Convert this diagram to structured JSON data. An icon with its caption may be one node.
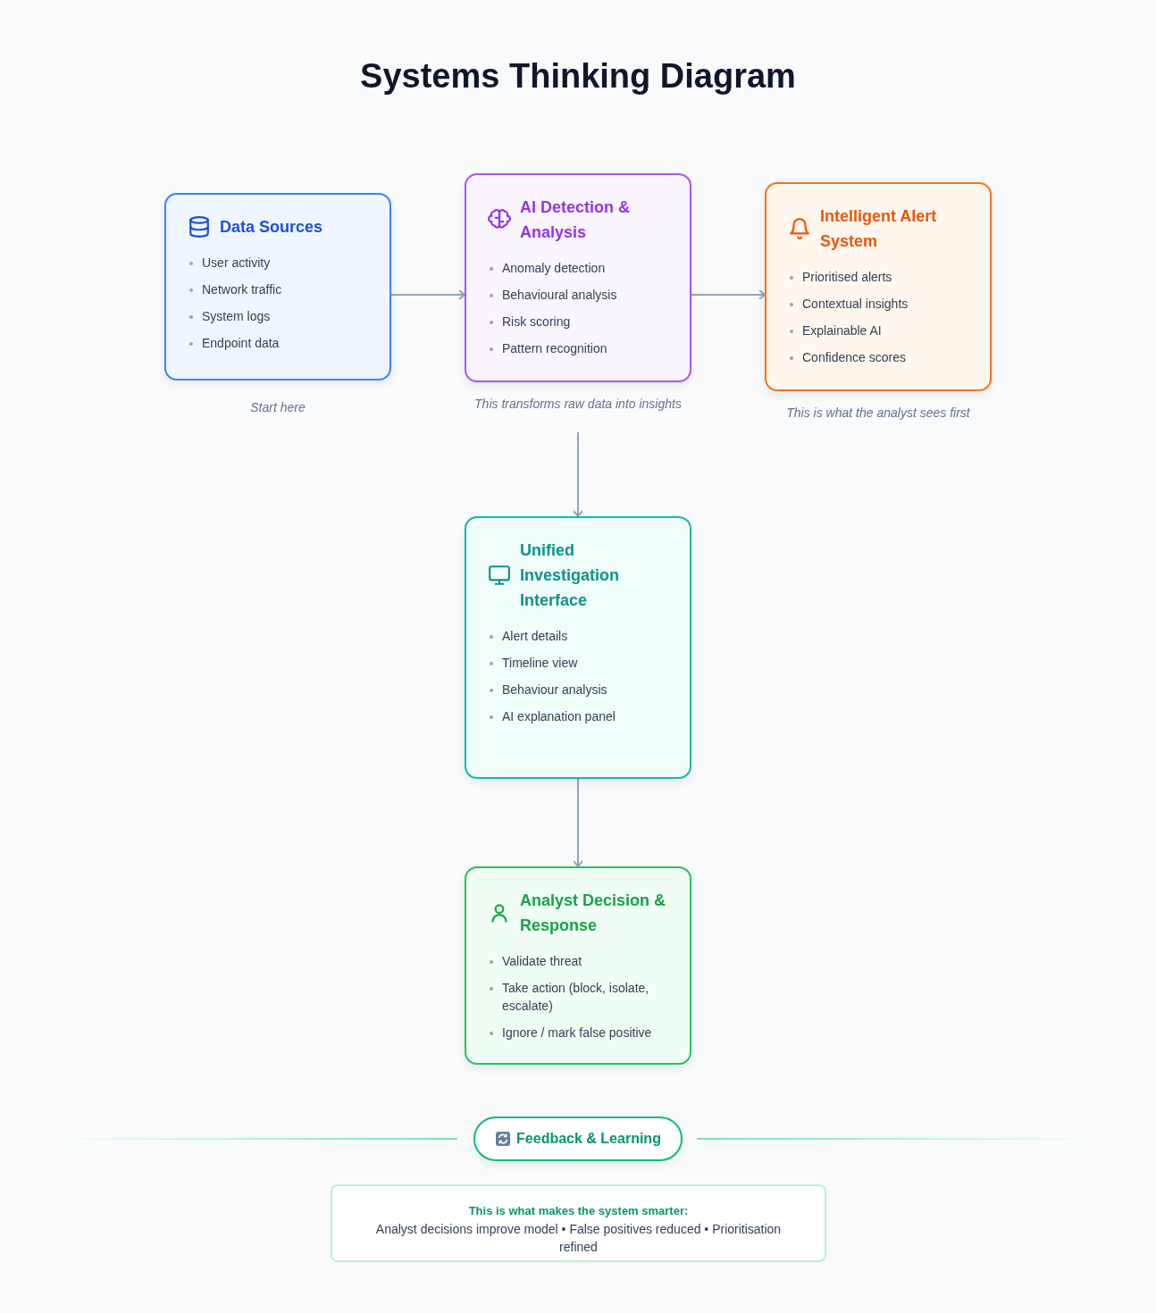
{
  "diagram": {
    "title": "Systems Thinking Diagram",
    "nodes": [
      {
        "text": [
          "Data Sources",
          "User activity",
          "Network traffic",
          "System logs",
          "Endpoint data"
        ],
        "beside": [
          "Start here"
        ]
      },
      {
        "text": [
          "AI Detection & Analysis",
          "Anomaly detection",
          "Behavioural analysis",
          "Risk scoring",
          "Pattern recognition"
        ],
        "beside": [
          "This transforms raw data into insights"
        ]
      },
      {
        "text": [
          "Intelligent Alert System",
          "Prioritised alerts",
          "Contextual insights",
          "Explainable AI",
          "Confidence scores"
        ],
        "beside": [
          "This is what the analyst sees first"
        ]
      },
      {
        "text": [
          "Unified Investigation Interface",
          "Alert details",
          "Timeline view",
          "Behaviour analysis",
          "AI explanation panel"
        ]
      },
      {
        "text": [
          "Analyst Decision & Response",
          "Validate threat",
          "Take action (block, isolate, escalate)",
          "Ignore / mark false positive"
        ]
      },
      {
        "text": [
          "Feedback & Learning"
        ]
      },
      {
        "text": [
          "This is what makes the system smarter:",
          "Analyst decisions improve model • False positives reduced • Prioritisation refined"
        ]
      }
    ],
    "edges": [
      {
        "from": 0,
        "to": 1,
        "arrow": "to"
      },
      {
        "from": 1,
        "to": 2,
        "arrow": "to"
      },
      {
        "from": 1,
        "to": 3,
        "arrow": "to"
      },
      {
        "from": 3,
        "to": 4,
        "arrow": "to"
      }
    ]
  }
}
